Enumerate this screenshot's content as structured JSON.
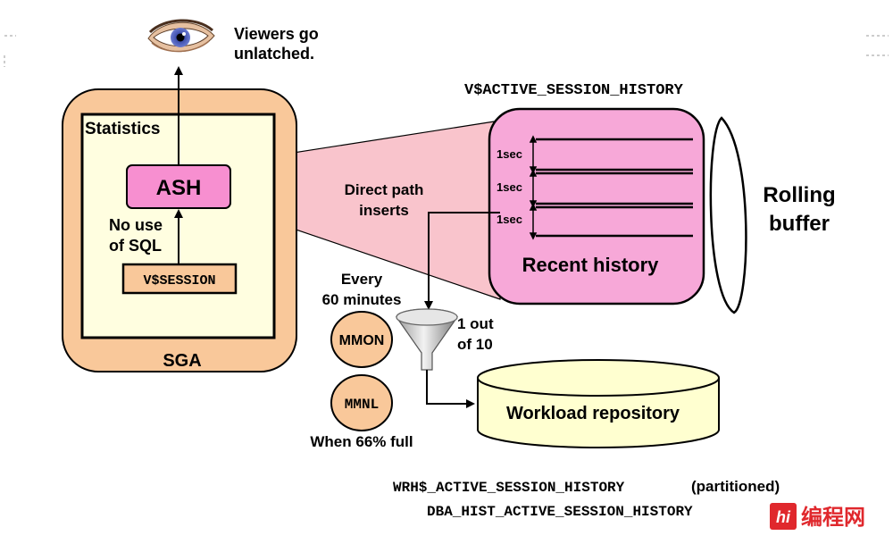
{
  "labels": {
    "viewers": [
      "Viewers go",
      "unlatched."
    ],
    "view_name": "V$ACTIVE_SESSION_HISTORY",
    "statistics": "Statistics",
    "ash": "ASH",
    "no_use": [
      "No use",
      "of SQL"
    ],
    "vsession": "V$SESSION",
    "sga": "SGA",
    "direct_path": [
      "Direct path",
      "inserts"
    ],
    "sec_label": "1sec",
    "recent_history": "Recent history",
    "rolling_buffer": [
      "Rolling",
      "buffer"
    ],
    "every": [
      "Every",
      "60 minutes"
    ],
    "mmon": "MMON",
    "mmnl": "MMNL",
    "one_out": [
      "1 out",
      "of 10"
    ],
    "when_full": "When 66% full",
    "workload_repository": "Workload repository",
    "wrh_table": "WRH$_ACTIVE_SESSION_HISTORY",
    "partitioned": "(partitioned)",
    "dba_hist": "DBA_HIST_ACTIVE_SESSION_HISTORY",
    "watermark_text": "编程网",
    "watermark_logo": "hi"
  },
  "colors": {
    "sga_fill": "#f9c89a",
    "ash_fill": "#f78fd0",
    "zoom_fill": "#f9c4cc",
    "recent_fill": "#f7a8d8",
    "vsession_fill": "#f9c89a",
    "inner_fill": "#fffee0",
    "oval_fill": "#f9c89a",
    "repo_fill": "#ffffd0",
    "watermark_red": "#e0282d"
  },
  "icons": {
    "eye": "eye-icon",
    "funnel": "funnel-icon"
  }
}
